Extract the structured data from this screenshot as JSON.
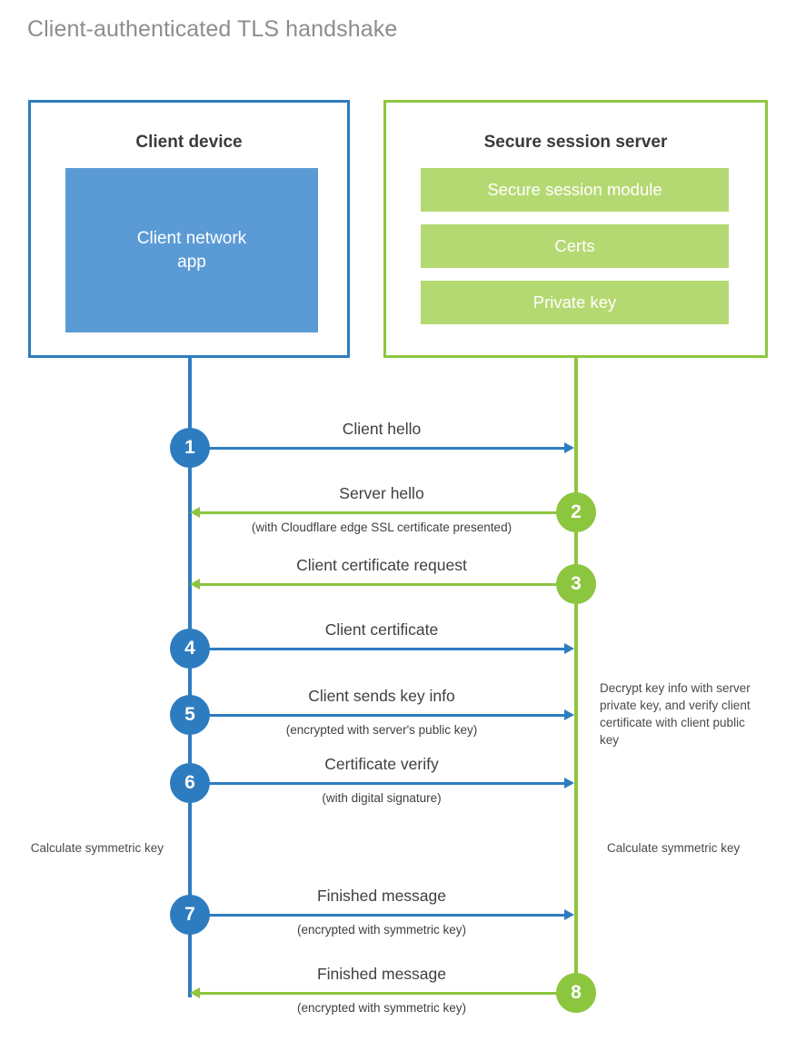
{
  "title": "Client-authenticated TLS handshake",
  "colors": {
    "client_blue": "#2e7cc0",
    "client_app_fill": "#5b9bd5",
    "server_green": "#8cc63f",
    "server_bar_fill": "#b5d972",
    "title_gray": "#8d8d8d",
    "text_dark": "#3f3f3f"
  },
  "client": {
    "title": "Client device",
    "app_label": "Client network\napp"
  },
  "server": {
    "title": "Secure session server",
    "items": [
      {
        "label": "Secure session module"
      },
      {
        "label": "Certs"
      },
      {
        "label": "Private key"
      }
    ]
  },
  "steps": [
    {
      "number": "1",
      "direction": "client-to-server",
      "label": "Client hello",
      "sublabel": ""
    },
    {
      "number": "2",
      "direction": "server-to-client",
      "label": "Server hello",
      "sublabel": "(with Cloudflare edge SSL certificate presented)"
    },
    {
      "number": "3",
      "direction": "server-to-client",
      "label": "Client certificate request",
      "sublabel": ""
    },
    {
      "number": "4",
      "direction": "client-to-server",
      "label": "Client certificate",
      "sublabel": ""
    },
    {
      "number": "5",
      "direction": "client-to-server",
      "label": "Client sends key info",
      "sublabel": "(encrypted with server's public key)"
    },
    {
      "number": "6",
      "direction": "client-to-server",
      "label": "Certificate verify",
      "sublabel": "(with digital signature)"
    },
    {
      "number": "7",
      "direction": "client-to-server",
      "label": "Finished message",
      "sublabel": "(encrypted with symmetric key)"
    },
    {
      "number": "8",
      "direction": "server-to-client",
      "label": "Finished message",
      "sublabel": "(encrypted with symmetric key)"
    }
  ],
  "annotations": {
    "decrypt_note": "Decrypt key info with server private key, and verify client certificate with client public key",
    "calculate_symmetric_key_client": "Calculate symmetric key",
    "calculate_symmetric_key_server": "Calculate symmetric key"
  }
}
